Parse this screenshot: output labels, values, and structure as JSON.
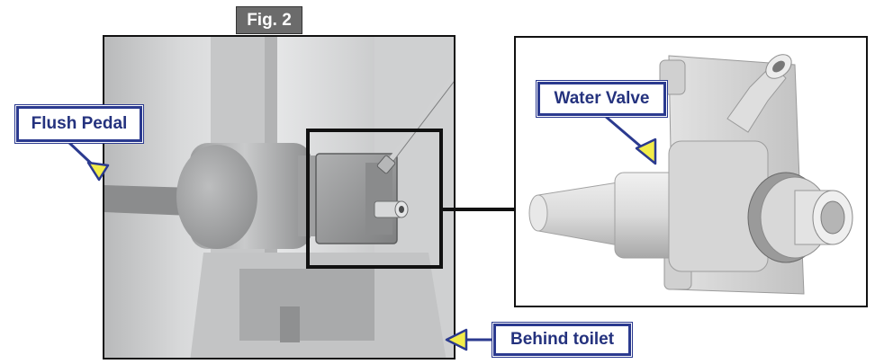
{
  "figure": {
    "tag": "Fig. 2"
  },
  "callouts": {
    "flush_pedal": "Flush Pedal",
    "water_valve": "Water Valve",
    "behind_toilet": "Behind toilet"
  },
  "colors": {
    "callout_border": "#2b3a8f",
    "callout_text": "#24327e",
    "arrow_fill": "#f2ec4a",
    "frame": "#111111",
    "fig_tag_bg": "#6b6b6b"
  },
  "icons": [
    "arrow-pointer-icon"
  ]
}
